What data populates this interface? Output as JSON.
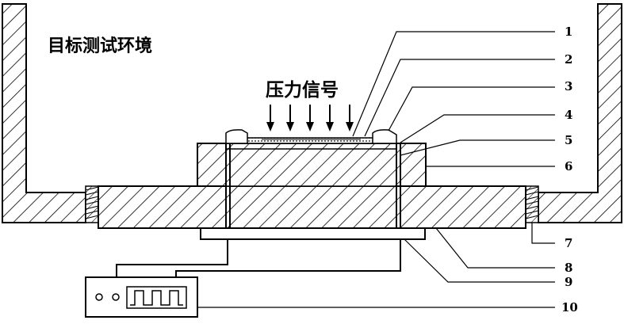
{
  "diagram": {
    "environment_label": "目标测试环境",
    "signal_label": "压力信号",
    "callouts": [
      {
        "num": "1"
      },
      {
        "num": "2"
      },
      {
        "num": "3"
      },
      {
        "num": "4"
      },
      {
        "num": "5"
      },
      {
        "num": "6"
      },
      {
        "num": "7"
      },
      {
        "num": "8"
      },
      {
        "num": "9"
      },
      {
        "num": "10"
      }
    ]
  }
}
